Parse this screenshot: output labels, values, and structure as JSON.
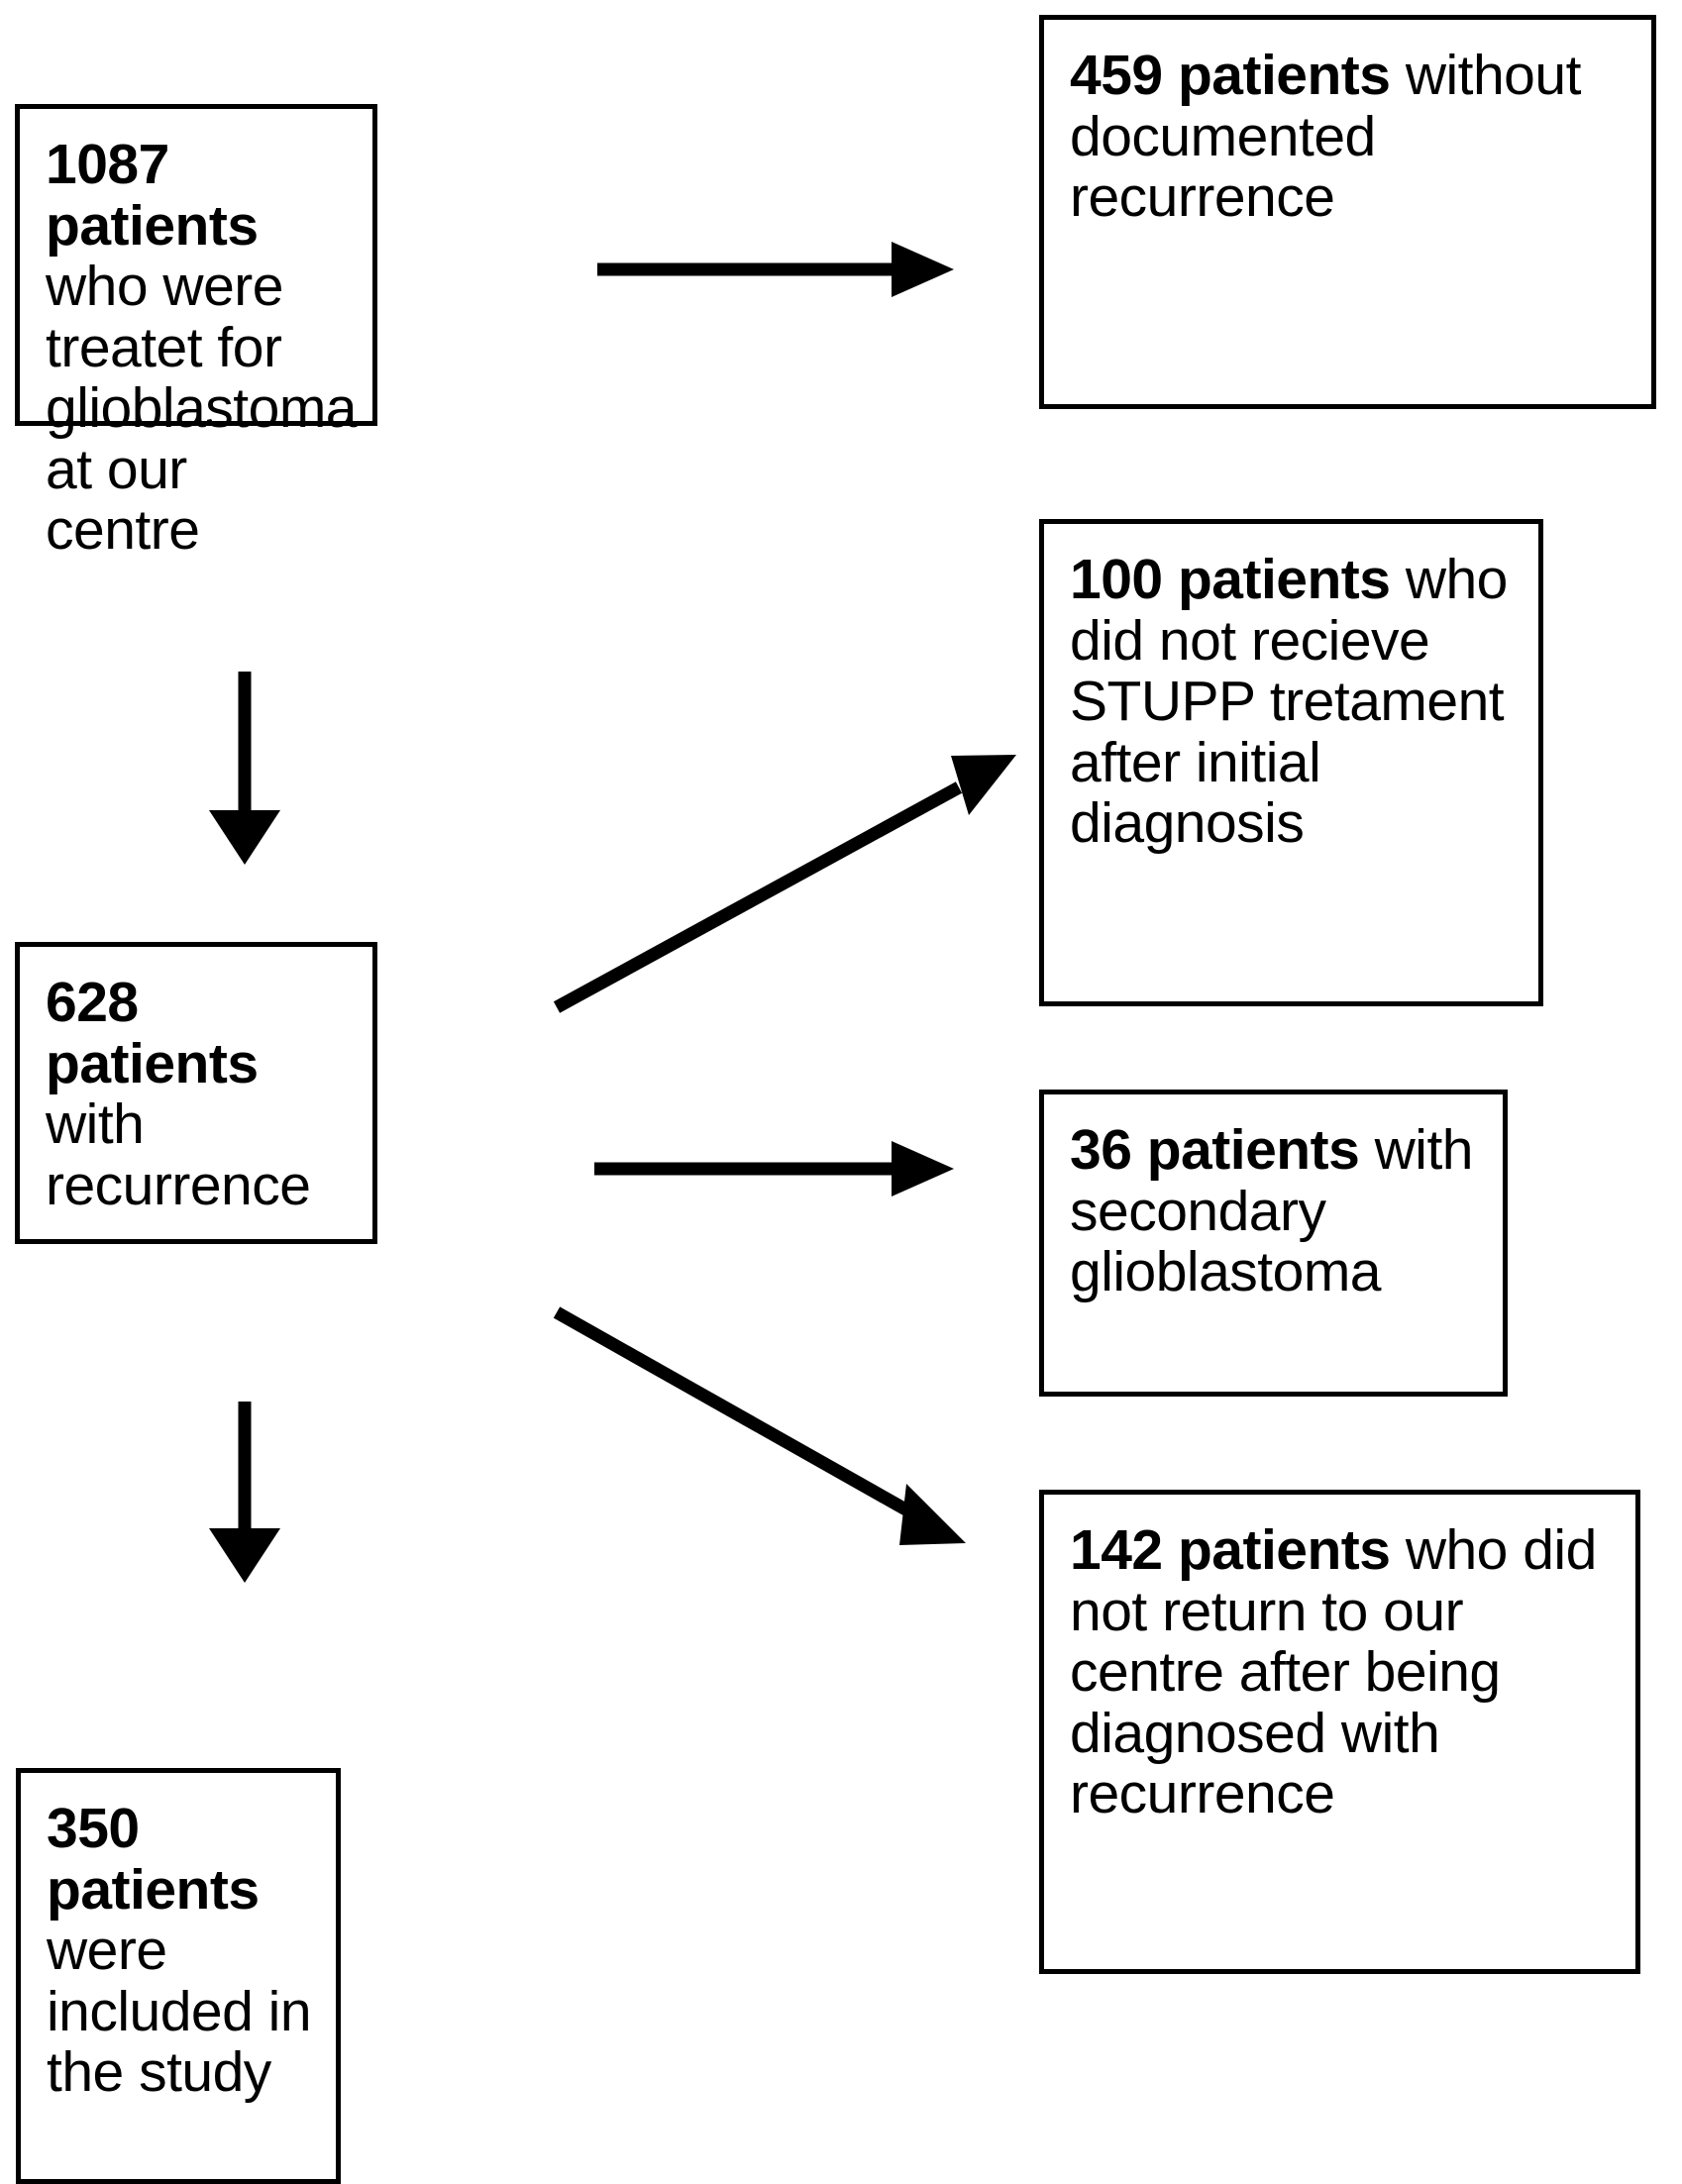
{
  "diagram": {
    "title": "Patient selection flow for glioblastoma recurrence study",
    "type": "flowchart",
    "stroke_color": "#000000",
    "background_color": "#ffffff",
    "nodes": [
      {
        "id": "n1",
        "name": "total-cohort",
        "lead": "1087 patients",
        "body": " who were treatet for glioblastoma at our centre",
        "count": 1087
      },
      {
        "id": "n2",
        "name": "excluded-no-recurrence",
        "lead": "459 patients",
        "body": " without documented recurrence",
        "count": 459
      },
      {
        "id": "n3",
        "name": "recurrence-cohort",
        "lead": "628 patients",
        "body": " with recurrence",
        "count": 628
      },
      {
        "id": "n4",
        "name": "excluded-no-stupp",
        "lead": "100 patients",
        "body": " who did not recieve STUPP tretament after initial diagnosis",
        "count": 100
      },
      {
        "id": "n5",
        "name": "excluded-secondary-gbm",
        "lead": "36 patients",
        "body": " with secondary glioblastoma",
        "count": 36
      },
      {
        "id": "n6",
        "name": "excluded-no-return",
        "lead": "142 patients",
        "body": " who did not return to our centre after being diagnosed with recurrence",
        "count": 142
      },
      {
        "id": "n7",
        "name": "included-cohort",
        "lead": "350 patients",
        "body": " were included in the study",
        "count": 350
      }
    ],
    "edges": [
      {
        "id": "e1",
        "name": "edge-total-to-no-recurrence",
        "from": "n1",
        "to": "n2",
        "direction": "right"
      },
      {
        "id": "e2",
        "name": "edge-total-to-recurrence",
        "from": "n1",
        "to": "n3",
        "direction": "down"
      },
      {
        "id": "e3",
        "name": "edge-recurrence-to-no-stupp",
        "from": "n3",
        "to": "n4",
        "direction": "up-right"
      },
      {
        "id": "e4",
        "name": "edge-recurrence-to-secondary",
        "from": "n3",
        "to": "n5",
        "direction": "right"
      },
      {
        "id": "e5",
        "name": "edge-recurrence-to-no-return",
        "from": "n3",
        "to": "n6",
        "direction": "down-right"
      },
      {
        "id": "e6",
        "name": "edge-recurrence-to-included",
        "from": "n3",
        "to": "n7",
        "direction": "down"
      }
    ]
  }
}
